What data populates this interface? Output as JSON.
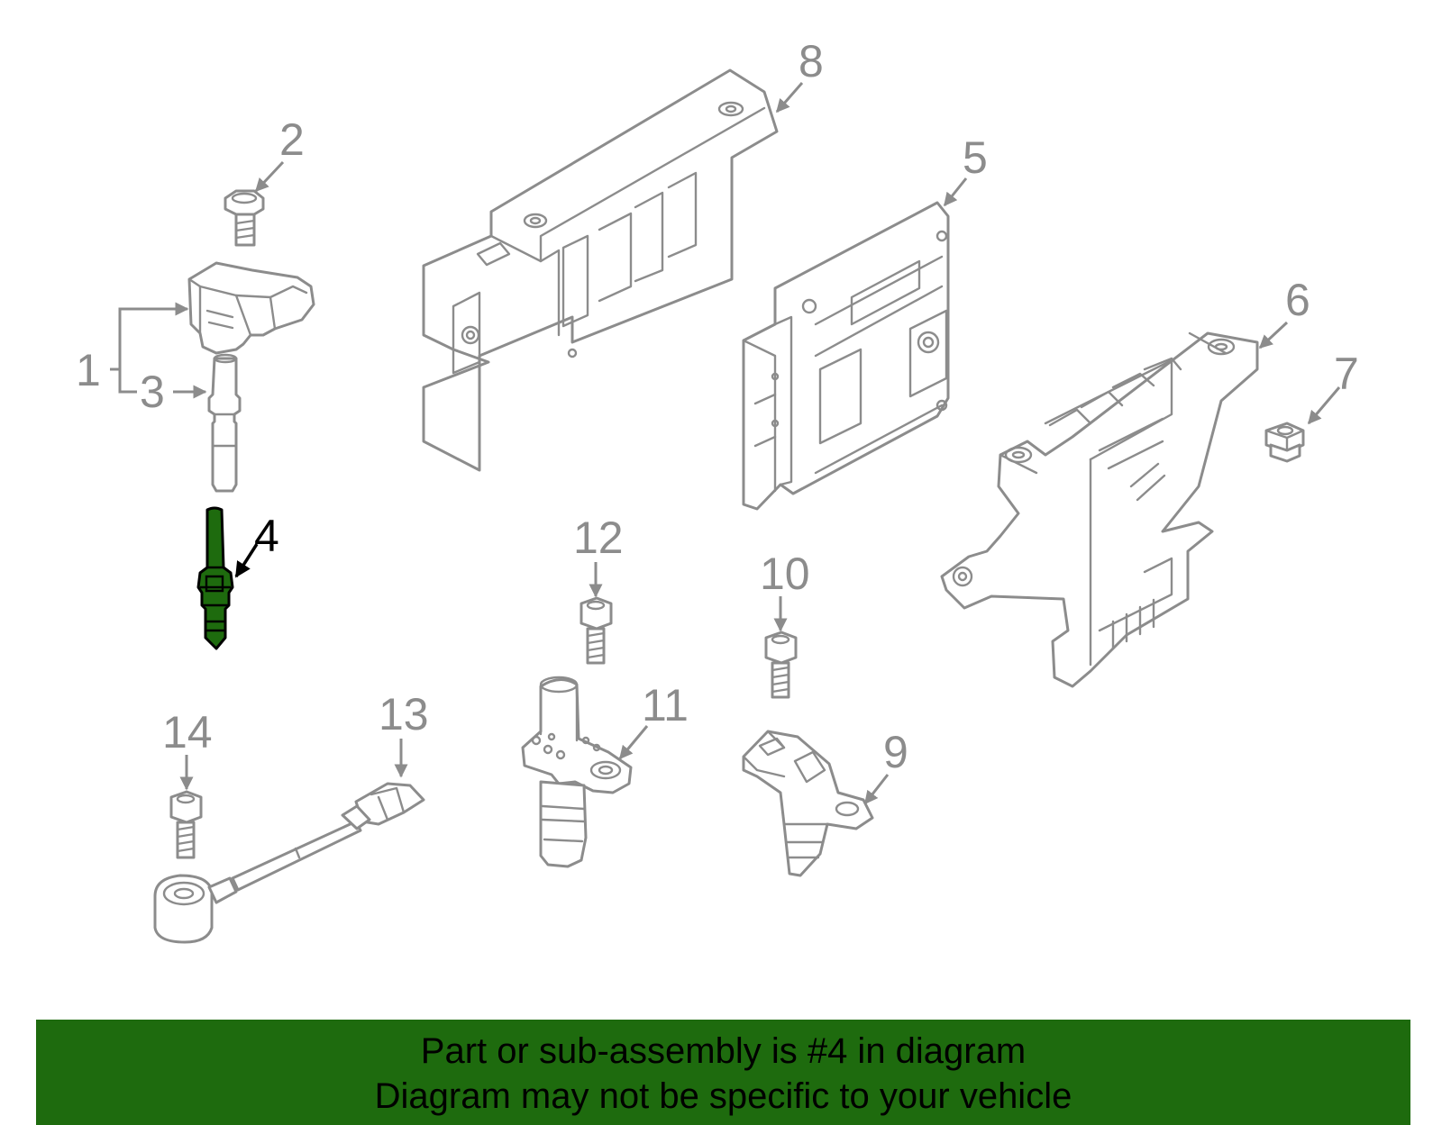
{
  "colors": {
    "highlight": "#1e6b0e",
    "banner": "#1e6b0e",
    "line": "#8c8c8c",
    "text_highlight": "#000000"
  },
  "callouts": {
    "c1": "1",
    "c2": "2",
    "c3": "3",
    "c4": "4",
    "c5": "5",
    "c6": "6",
    "c7": "7",
    "c8": "8",
    "c9": "9",
    "c10": "10",
    "c11": "11",
    "c12": "12",
    "c13": "13",
    "c14": "14"
  },
  "highlighted_part": "4",
  "banner": {
    "line1": "Part or sub-assembly is #4 in diagram",
    "line2": "Diagram may not be specific to your vehicle"
  }
}
